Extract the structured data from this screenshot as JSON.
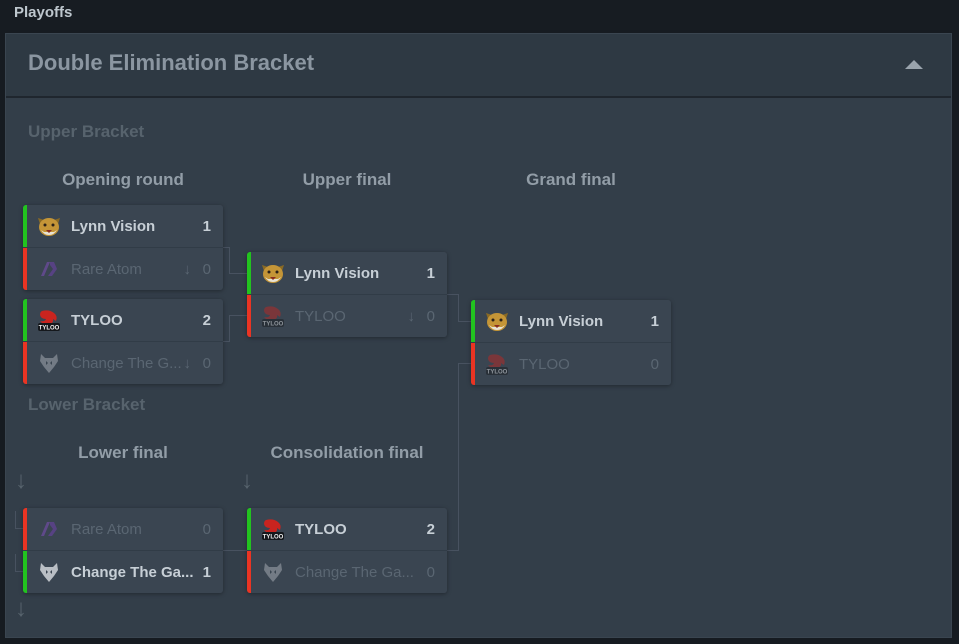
{
  "topbar": {
    "title": "Playoffs"
  },
  "panel": {
    "title": "Double Elimination Bracket"
  },
  "glyphs": {
    "drop_arrow": "↓"
  },
  "colors": {
    "win_bar": "#22c31f",
    "loss_bar": "#ea3423",
    "page_bg": "#161b21",
    "panel_bg": "#333e49",
    "card_bg": "#3a4551",
    "winner_text": "#c7cfd6",
    "loser_text": "#5a6672"
  },
  "upper_bracket": {
    "label": "Upper Bracket",
    "rounds": [
      {
        "label": "Opening round"
      },
      {
        "label": "Upper final"
      },
      {
        "label": "Grand final"
      }
    ]
  },
  "lower_bracket": {
    "label": "Lower Bracket",
    "rounds": [
      {
        "label": "Lower final"
      },
      {
        "label": "Consolidation final"
      }
    ]
  },
  "matches": {
    "ub_opening_1": {
      "rows": [
        {
          "team": "Lynn Vision",
          "score": "1"
        },
        {
          "team": "Rare Atom",
          "score": "0"
        }
      ]
    },
    "ub_opening_2": {
      "rows": [
        {
          "team": "TYLOO",
          "score": "2"
        },
        {
          "team": "Change The G...",
          "score": "0"
        }
      ]
    },
    "ub_final": {
      "rows": [
        {
          "team": "Lynn Vision",
          "score": "1"
        },
        {
          "team": "TYLOO",
          "score": "0"
        }
      ]
    },
    "grand_final": {
      "rows": [
        {
          "team": "Lynn Vision",
          "score": "1"
        },
        {
          "team": "TYLOO",
          "score": "0"
        }
      ]
    },
    "lb_final": {
      "rows": [
        {
          "team": "Rare Atom",
          "score": "0"
        },
        {
          "team": "Change The Ga...",
          "score": "1"
        }
      ]
    },
    "consolidation_final": {
      "rows": [
        {
          "team": "TYLOO",
          "score": "2"
        },
        {
          "team": "Change The Ga...",
          "score": "0"
        }
      ]
    }
  }
}
